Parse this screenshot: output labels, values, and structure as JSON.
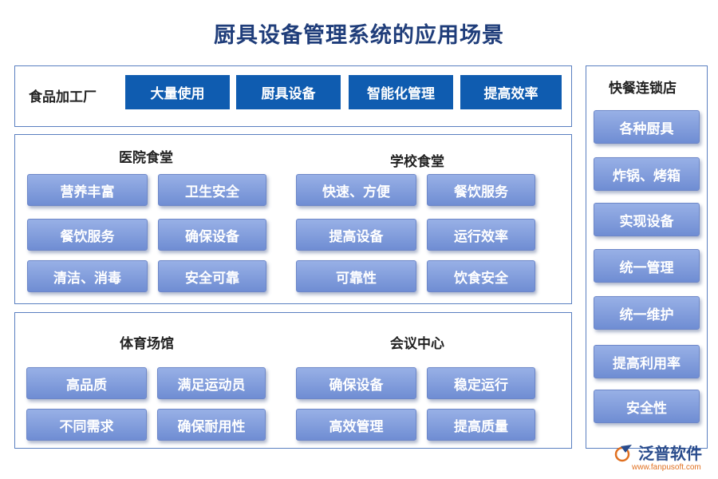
{
  "title": "厨具设备管理系统的应用场景",
  "food_factory": {
    "heading": "食品加工厂",
    "items": [
      "大量使用",
      "厨具设备",
      "智能化管理",
      "提高效率"
    ]
  },
  "hospital": {
    "heading": "医院食堂",
    "items": [
      "营养丰富",
      "卫生安全",
      "餐饮服务",
      "确保设备",
      "清洁、消毒",
      "安全可靠"
    ]
  },
  "school": {
    "heading": "学校食堂",
    "items": [
      "快速、方便",
      "餐饮服务",
      "提高设备",
      "运行效率",
      "可靠性",
      "饮食安全"
    ]
  },
  "stadium": {
    "heading": "体育场馆",
    "items": [
      "高品质",
      "满足运动员",
      "不同需求",
      "确保耐用性"
    ]
  },
  "conference": {
    "heading": "会议中心",
    "items": [
      "确保设备",
      "稳定运行",
      "高效管理",
      "提高质量"
    ]
  },
  "fast_food": {
    "heading": "快餐连锁店",
    "items": [
      "各种厨具",
      "炸锅、烤箱",
      "实现设备",
      "统一管理",
      "统一维护",
      "提高利用率",
      "安全性"
    ]
  },
  "brand": {
    "name": "泛普软件",
    "url": "www.fanpusoft.com"
  },
  "colors": {
    "title": "#1f3d7a",
    "border": "#5a7fc0",
    "solid_button": "#0f5cb0",
    "soft_button": "#7f9bdb"
  }
}
